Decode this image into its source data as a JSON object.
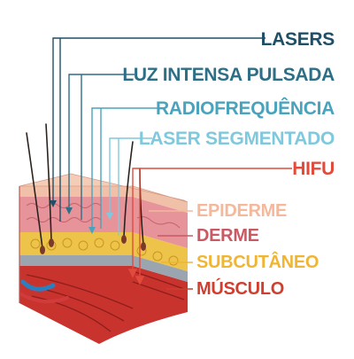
{
  "technologies": [
    {
      "label": "LASERS",
      "color": "#1f4f66"
    },
    {
      "label": "LUZ INTENSA PULSADA",
      "color": "#2d6f86"
    },
    {
      "label": "RADIOFREQUÊNCIA",
      "color": "#4aa3bd"
    },
    {
      "label": "LASER SEGMENTADO",
      "color": "#7fc9de"
    },
    {
      "label": "HIFU",
      "color": "#e24b3c"
    }
  ],
  "layers": [
    {
      "label": "EPIDERME",
      "color": "#f4b89c"
    },
    {
      "label": "DERME",
      "color": "#c95a63"
    },
    {
      "label": "SUBCUTÂNEO",
      "color": "#f0b532"
    },
    {
      "label": "MÚSCULO",
      "color": "#cf3e2e"
    }
  ]
}
